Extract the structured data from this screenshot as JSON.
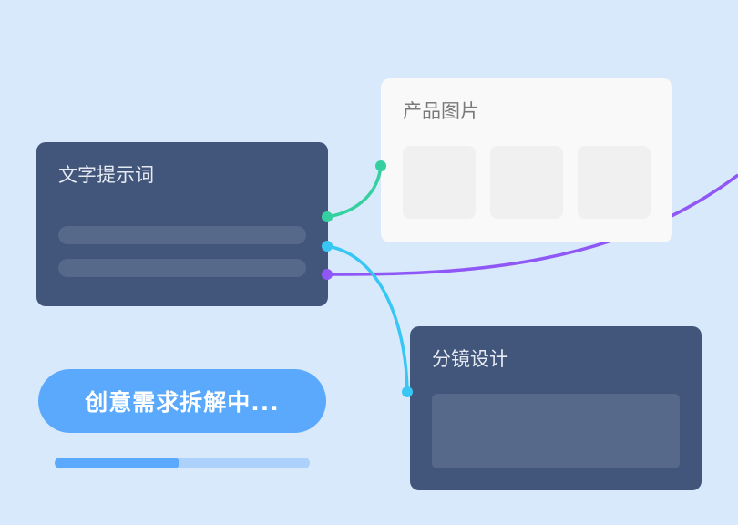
{
  "nodes": {
    "text_prompt": {
      "title": "文字提示词"
    },
    "product_images": {
      "title": "产品图片"
    },
    "storyboard": {
      "title": "分镜设计"
    }
  },
  "status_button": {
    "label": "创意需求拆解中..."
  },
  "progress": {
    "value": 0.49
  },
  "colors": {
    "green": "#34d0a0",
    "cyan": "#38c6f5",
    "purple": "#8f57f5",
    "accent": "#5ba9fc"
  }
}
